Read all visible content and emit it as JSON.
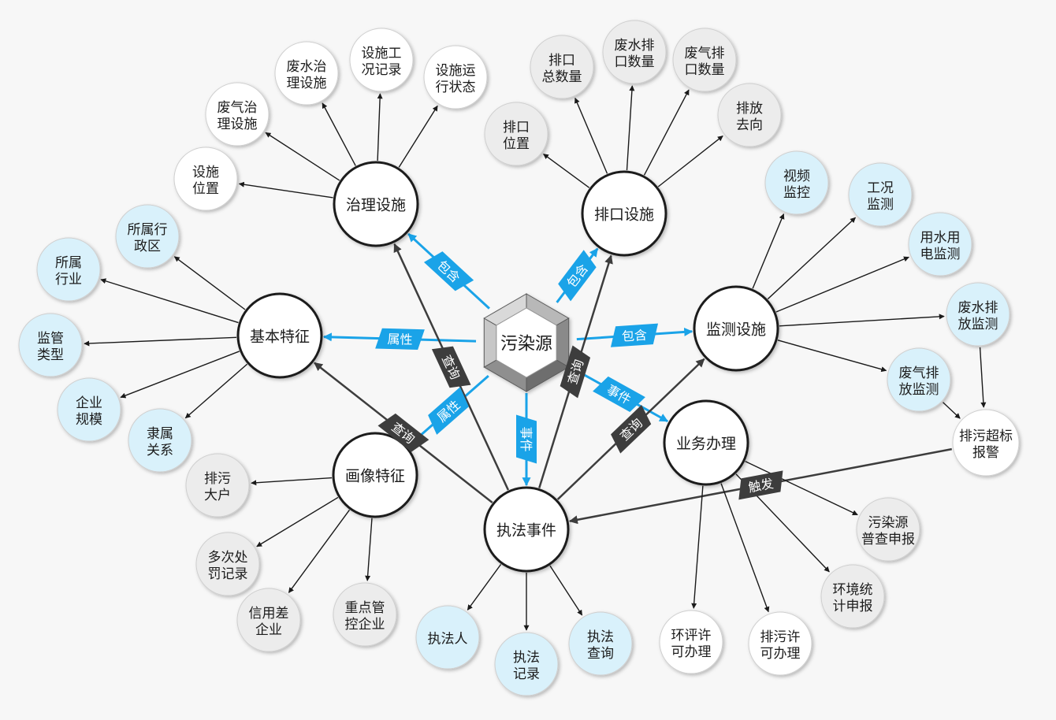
{
  "center": {
    "id": "src",
    "label": "污染源"
  },
  "hubs": [
    {
      "id": "zl",
      "label": "治理设施"
    },
    {
      "id": "pk",
      "label": "排口设施"
    },
    {
      "id": "jc",
      "label": "监测设施"
    },
    {
      "id": "jb",
      "label": "基本特征"
    },
    {
      "id": "hx",
      "label": "画像特征"
    },
    {
      "id": "zf",
      "label": "执法事件"
    },
    {
      "id": "yw",
      "label": "业务办理"
    }
  ],
  "leaves": [
    {
      "id": "l_sswz",
      "label": "设施\n位置",
      "fill": "white"
    },
    {
      "id": "l_fqzl",
      "label": "废气治\n理设施",
      "fill": "white"
    },
    {
      "id": "l_fszl",
      "label": "废水治\n理设施",
      "fill": "white"
    },
    {
      "id": "l_ssgk",
      "label": "设施工\n况记录",
      "fill": "white"
    },
    {
      "id": "l_ssyx",
      "label": "设施运\n行状态",
      "fill": "white"
    },
    {
      "id": "l_pkwz",
      "label": "排口\n位置",
      "fill": "gray"
    },
    {
      "id": "l_pkzs",
      "label": "排口\n总数量",
      "fill": "gray"
    },
    {
      "id": "l_fspk",
      "label": "废水排\n口数量",
      "fill": "gray"
    },
    {
      "id": "l_fqpk",
      "label": "废气排\n口数量",
      "fill": "gray"
    },
    {
      "id": "l_pfqx",
      "label": "排放\n去向",
      "fill": "gray"
    },
    {
      "id": "l_spjk",
      "label": "视频\n监控",
      "fill": "blue"
    },
    {
      "id": "l_gkjc",
      "label": "工况\n监测",
      "fill": "blue"
    },
    {
      "id": "l_ysyd",
      "label": "用水用\n电监测",
      "fill": "blue"
    },
    {
      "id": "l_fspf",
      "label": "废水排\n放监测",
      "fill": "blue"
    },
    {
      "id": "l_fqpf",
      "label": "废气排\n放监测",
      "fill": "blue"
    },
    {
      "id": "l_pwcb",
      "label": "排污超标\n报警",
      "fill": "white"
    },
    {
      "id": "l_sshx",
      "label": "所属行\n政区",
      "fill": "blue"
    },
    {
      "id": "l_sshy",
      "label": "所属\n行业",
      "fill": "blue"
    },
    {
      "id": "l_jglx",
      "label": "监管\n类型",
      "fill": "blue"
    },
    {
      "id": "l_qygm",
      "label": "企业\n规模",
      "fill": "blue"
    },
    {
      "id": "l_lsgx",
      "label": "隶属\n关系",
      "fill": "blue"
    },
    {
      "id": "l_pwdh",
      "label": "排污\n大户",
      "fill": "gray"
    },
    {
      "id": "l_dccf",
      "label": "多次处\n罚记录",
      "fill": "gray"
    },
    {
      "id": "l_xyc",
      "label": "信用差\n企业",
      "fill": "gray"
    },
    {
      "id": "l_zdgk",
      "label": "重点管\n控企业",
      "fill": "gray"
    },
    {
      "id": "l_zfr",
      "label": "执法人",
      "fill": "blue"
    },
    {
      "id": "l_zfjl",
      "label": "执法\n记录",
      "fill": "blue"
    },
    {
      "id": "l_zfcx",
      "label": "执法\n查询",
      "fill": "blue"
    },
    {
      "id": "l_hpxk",
      "label": "环评许\n可办理",
      "fill": "white"
    },
    {
      "id": "l_pwxk",
      "label": "排污许\n可办理",
      "fill": "white"
    },
    {
      "id": "l_hjtj",
      "label": "环境统\n计申报",
      "fill": "gray"
    },
    {
      "id": "l_wrpc",
      "label": "污染源\n普查申报",
      "fill": "gray"
    }
  ],
  "relations": [
    {
      "from": "src",
      "to": "zl",
      "label": "包含",
      "style": "blue"
    },
    {
      "from": "src",
      "to": "pk",
      "label": "包含",
      "style": "blue"
    },
    {
      "from": "src",
      "to": "jc",
      "label": "包含",
      "style": "blue"
    },
    {
      "from": "src",
      "to": "jb",
      "label": "属性",
      "style": "blue"
    },
    {
      "from": "src",
      "to": "hx",
      "label": "属性",
      "style": "blue"
    },
    {
      "from": "src",
      "to": "zf",
      "label": "事件",
      "style": "blue"
    },
    {
      "from": "src",
      "to": "yw",
      "label": "事件",
      "style": "blue"
    },
    {
      "from": "zf",
      "to": "zl",
      "label": "查询",
      "style": "dark"
    },
    {
      "from": "zf",
      "to": "pk",
      "label": "查询",
      "style": "dark"
    },
    {
      "from": "zf",
      "to": "jc",
      "label": "查询",
      "style": "dark"
    },
    {
      "from": "zf",
      "to": "jb",
      "label": "查询",
      "style": "dark"
    },
    {
      "from": "l_pwcb",
      "to": "zf",
      "label": "触发",
      "style": "dark"
    },
    {
      "from": "zl",
      "to": "l_sswz"
    },
    {
      "from": "zl",
      "to": "l_fqzl"
    },
    {
      "from": "zl",
      "to": "l_fszl"
    },
    {
      "from": "zl",
      "to": "l_ssgk"
    },
    {
      "from": "zl",
      "to": "l_ssyx"
    },
    {
      "from": "pk",
      "to": "l_pkwz"
    },
    {
      "from": "pk",
      "to": "l_pkzs"
    },
    {
      "from": "pk",
      "to": "l_fspk"
    },
    {
      "from": "pk",
      "to": "l_fqpk"
    },
    {
      "from": "pk",
      "to": "l_pfqx"
    },
    {
      "from": "jc",
      "to": "l_spjk"
    },
    {
      "from": "jc",
      "to": "l_gkjc"
    },
    {
      "from": "jc",
      "to": "l_ysyd"
    },
    {
      "from": "jc",
      "to": "l_fspf"
    },
    {
      "from": "jc",
      "to": "l_fqpf"
    },
    {
      "from": "l_fspf",
      "to": "l_pwcb"
    },
    {
      "from": "l_fqpf",
      "to": "l_pwcb"
    },
    {
      "from": "jb",
      "to": "l_sshx"
    },
    {
      "from": "jb",
      "to": "l_sshy"
    },
    {
      "from": "jb",
      "to": "l_jglx"
    },
    {
      "from": "jb",
      "to": "l_qygm"
    },
    {
      "from": "jb",
      "to": "l_lsgx"
    },
    {
      "from": "hx",
      "to": "l_pwdh"
    },
    {
      "from": "hx",
      "to": "l_dccf"
    },
    {
      "from": "hx",
      "to": "l_xyc"
    },
    {
      "from": "hx",
      "to": "l_zdgk"
    },
    {
      "from": "zf",
      "to": "l_zfr"
    },
    {
      "from": "zf",
      "to": "l_zfjl"
    },
    {
      "from": "zf",
      "to": "l_zfcx"
    },
    {
      "from": "yw",
      "to": "l_hpxk"
    },
    {
      "from": "yw",
      "to": "l_pwxk"
    },
    {
      "from": "yw",
      "to": "l_hjtj"
    },
    {
      "from": "yw",
      "to": "l_wrpc"
    }
  ],
  "colors": {
    "accent_blue": "#1aa3e8",
    "dark_tag": "#3d3d3d",
    "leaf_blue": "#d9f1fb",
    "leaf_gray": "#ececec",
    "leaf_white": "#ffffff",
    "hub_fill": "#ffffff",
    "edge_black": "#1a1a1a"
  }
}
